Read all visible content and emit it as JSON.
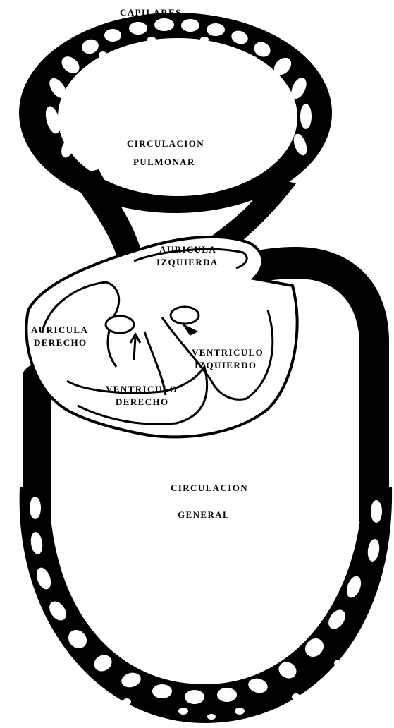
{
  "labels": {
    "capilares": "CAPILARES",
    "circulacion_pulmonar_1": "CIRCULACION",
    "circulacion_pulmonar_2": "PULMONAR",
    "auricula_izquierda_1": "AURICULA",
    "auricula_izquierda_2": "IZQUIERDA",
    "auricula_derecho_1": "AURICULA",
    "auricula_derecho_2": "DERECHO",
    "ventriculo_izquierdo_1": "VENTRICULO",
    "ventriculo_izquierdo_2": "IZQUIERDO",
    "ventriculo_derecho_1": "VENTRICULO",
    "ventriculo_derecho_2": "DERECHO",
    "circulacion_general_1": "CIRCULACION",
    "circulacion_general_2": "GENERAL"
  },
  "colors": {
    "ink": "#000000",
    "paper": "#ffffff"
  }
}
